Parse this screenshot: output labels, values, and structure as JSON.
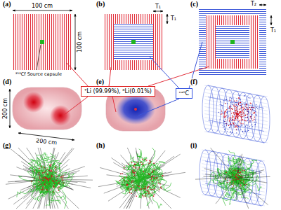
{
  "diagram": {
    "nodes": [
      {
        "text": [
          "⁷Li (99.99%), ⁶Li(0.01%)"
        ]
      },
      {
        "text": [
          "ⁿᵃᵗC"
        ]
      }
    ],
    "labels": [
      "(a)",
      "(b)",
      "(c)",
      "(d)",
      "(e)",
      "(f)",
      "(g)",
      "(h)",
      "(i)",
      "100 cm",
      "100 cm",
      "²⁵²Cf Source capsule",
      "T₁",
      "T₁",
      "T₂",
      "T₁",
      "200 cm",
      "200 cm"
    ]
  }
}
